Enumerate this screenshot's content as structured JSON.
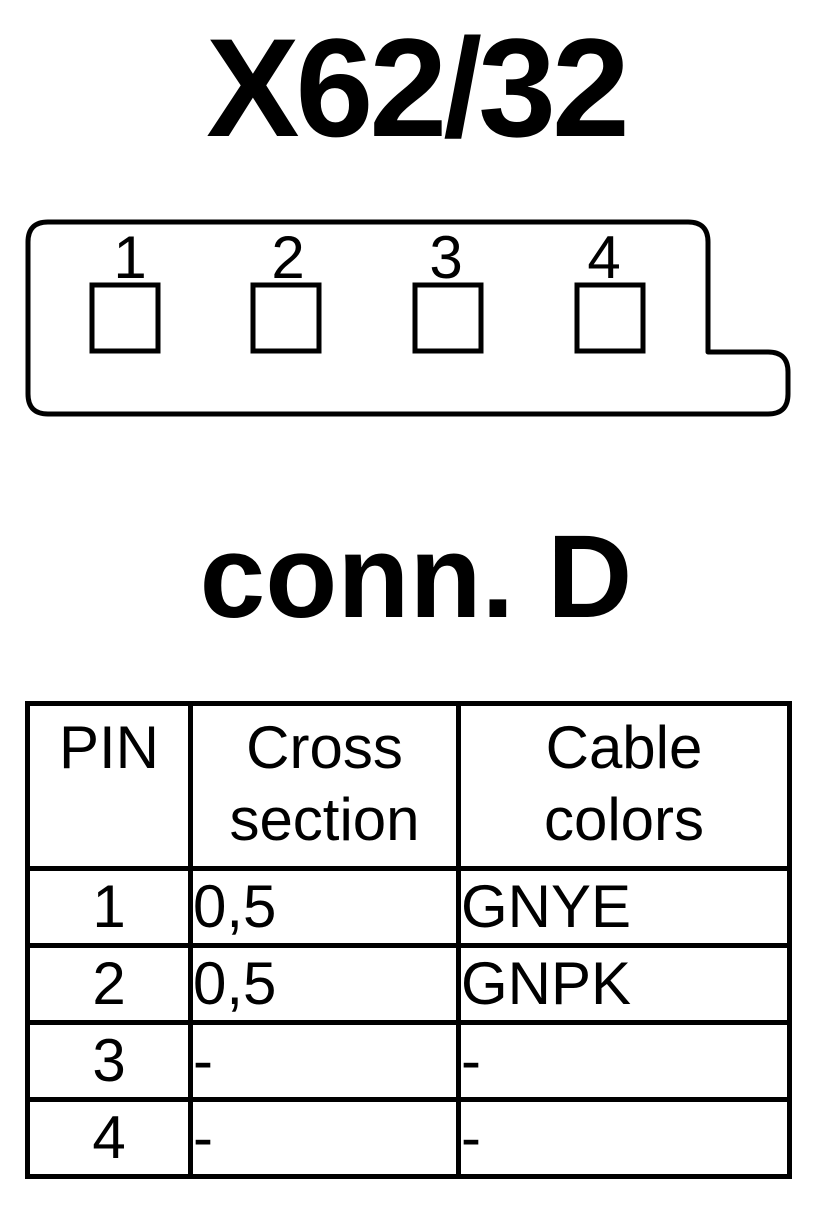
{
  "title": "X62/32",
  "connector": {
    "pin_labels": [
      "1",
      "2",
      "3",
      "4"
    ]
  },
  "subtitle": "conn. D",
  "table": {
    "headers": {
      "pin": "PIN",
      "cross_line1": "Cross",
      "cross_line2": "section",
      "cable_line1": "Cable",
      "cable_line2": "colors"
    },
    "rows": [
      {
        "pin": "1",
        "cross": "0,5",
        "color": "GNYE"
      },
      {
        "pin": "2",
        "cross": "0,5",
        "color": "GNPK"
      },
      {
        "pin": "3",
        "cross": "-",
        "color": "-"
      },
      {
        "pin": "4",
        "cross": "-",
        "color": "-"
      }
    ]
  }
}
